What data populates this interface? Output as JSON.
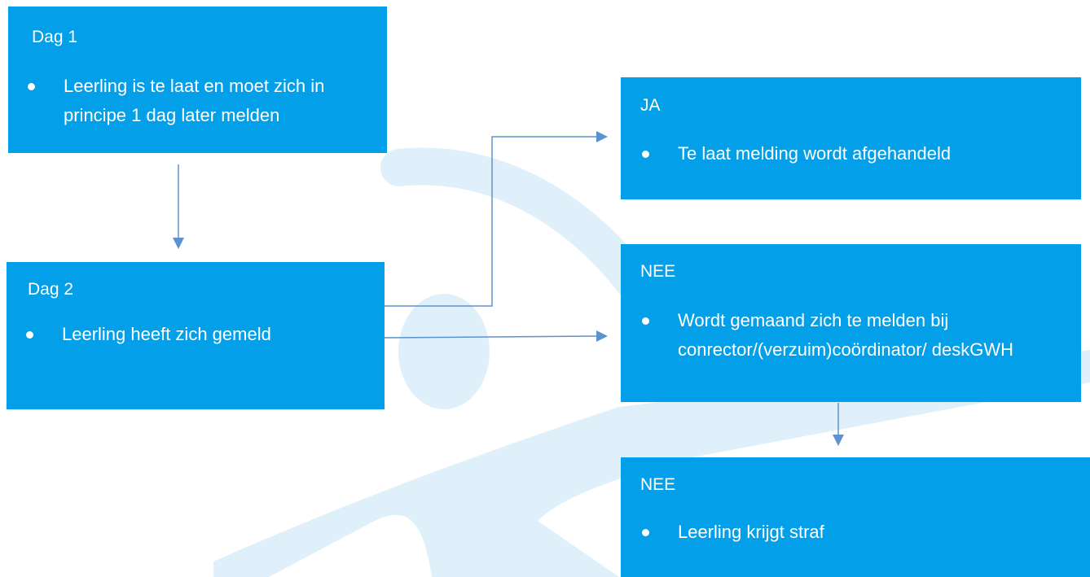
{
  "colors": {
    "box_fill": "#039fe8",
    "text": "#ffffff",
    "arrow": "#5b92cf",
    "watermark": "#dff0fb"
  },
  "watermark": {
    "icon": "figure-watermark-icon"
  },
  "boxes": {
    "dag1": {
      "title": "Dag 1",
      "items": [
        "Leerling is te laat en moet zich in principe 1 dag later melden"
      ]
    },
    "dag2": {
      "title": "Dag 2",
      "items": [
        "Leerling heeft zich gemeld"
      ]
    },
    "ja": {
      "title": "JA",
      "items": [
        "Te laat melding wordt afgehandeld"
      ]
    },
    "nee1": {
      "title": "NEE",
      "items": [
        "Wordt gemaand zich te melden bij conrector/(verzuim)coördinator/ deskGWH"
      ]
    },
    "nee2": {
      "title": "NEE",
      "items": [
        "Leerling krijgt straf"
      ]
    }
  }
}
